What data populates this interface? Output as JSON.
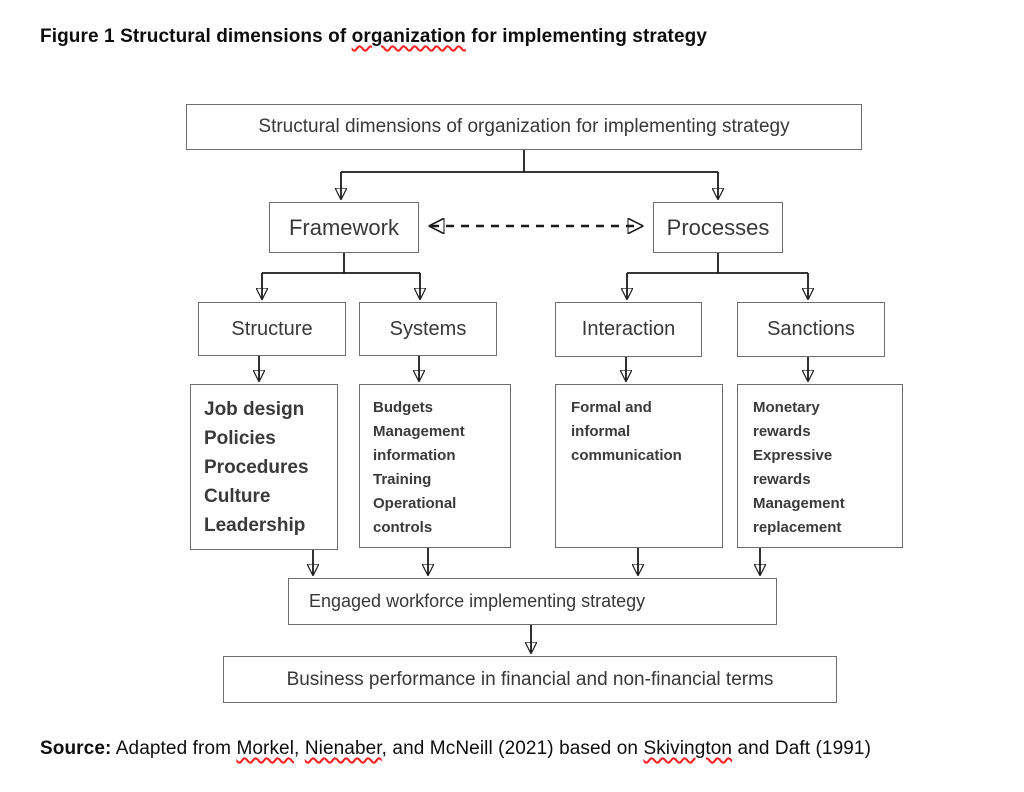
{
  "page": {
    "title_prefix": "Figure 1 Structural dimensions of ",
    "title_misspelled": "organization",
    "title_suffix": " for implementing strategy"
  },
  "diagram": {
    "root_label": "Structural dimensions of organization for implementing strategy",
    "framework_label": "Framework",
    "processes_label": "Processes",
    "columns": [
      {
        "label": "Structure",
        "details": [
          "Job design",
          "Policies",
          "Procedures",
          "Culture",
          "Leadership"
        ]
      },
      {
        "label": "Systems",
        "details": [
          "Budgets",
          "Management information",
          "Training",
          "Operational controls"
        ]
      },
      {
        "label": "Interaction",
        "details": [
          "Formal and informal communication"
        ]
      },
      {
        "label": "Sanctions",
        "details": [
          "Monetary rewards",
          "Expressive rewards",
          "Management replacement"
        ]
      }
    ],
    "outcome_label": "Engaged workforce implementing strategy",
    "result_label": "Business performance in financial and non-financial terms"
  },
  "source_line": {
    "label": "Source:",
    "segments": [
      {
        "text": " Adapted from "
      },
      {
        "text": "Morkel",
        "spellcheck": true
      },
      {
        "text": ", "
      },
      {
        "text": "Nienaber",
        "spellcheck": true
      },
      {
        "text": ", and McNeill (2021) based on "
      },
      {
        "text": "Skivington",
        "spellcheck": true
      },
      {
        "text": " and Daft (1991)"
      }
    ]
  },
  "colors": {
    "spellcheck_underline": "#fa1d1d",
    "box_border": "#6e6e6e",
    "connector": "#1a1a1a",
    "text": "#383838"
  }
}
